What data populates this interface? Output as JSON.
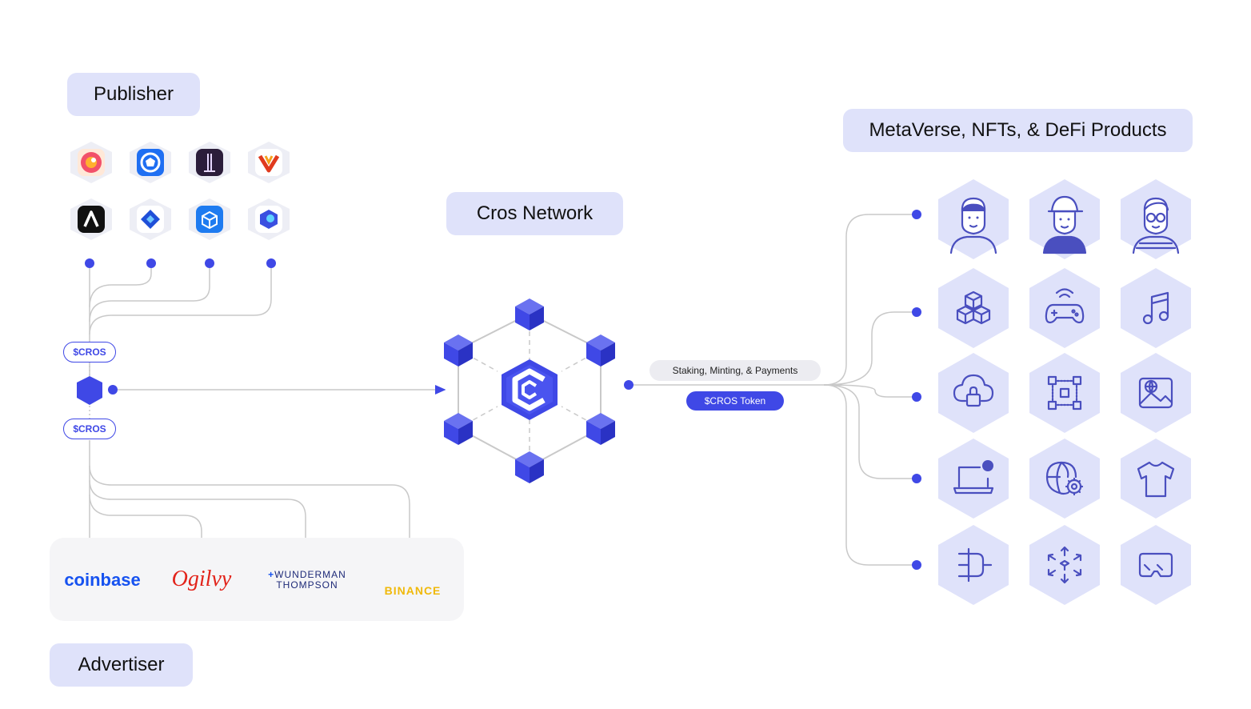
{
  "labels": {
    "publisher": "Publisher",
    "cros_network": "Cros Network",
    "products": "MetaVerse, NFTs, & DeFi Products",
    "advertiser": "Advertiser",
    "cros_chip": "$CROS",
    "staking": "Staking, Minting, & Payments",
    "token": "$CROS Token"
  },
  "advertisers": {
    "coinbase": "coinbase",
    "ogilvy": "Ogilvy",
    "wunderman_line1": "WUNDERMAN",
    "wunderman_line2": "THOMPSON",
    "binance": "BINANCE"
  },
  "publisher_icons": [
    "red-swirl-logo-icon",
    "blue-ring-logo-icon",
    "dark-tower-logo-icon",
    "v-mark-logo-icon",
    "a-triangle-logo-icon",
    "blue-diamond-logo-icon",
    "blue-cube-logo-icon",
    "blue-spiral-logo-icon"
  ],
  "product_icons": [
    "man-avatar-icon",
    "woman-cap-avatar-icon",
    "glasses-avatar-icon",
    "blocks-icon",
    "gamepad-icon",
    "music-note-icon",
    "cloud-lock-icon",
    "network-cubes-icon",
    "globe-picture-icon",
    "laptop-icon",
    "globe-gear-icon",
    "tshirt-icon",
    "plug-icon",
    "expand-cube-icon",
    "vr-headset-icon"
  ],
  "colors": {
    "accent": "#3f48e6",
    "pill_bg": "#dfe2fa",
    "hex_bg": "#dfe2fa",
    "icon_stroke": "#4a4fbf",
    "line": "#c9c9c9"
  }
}
